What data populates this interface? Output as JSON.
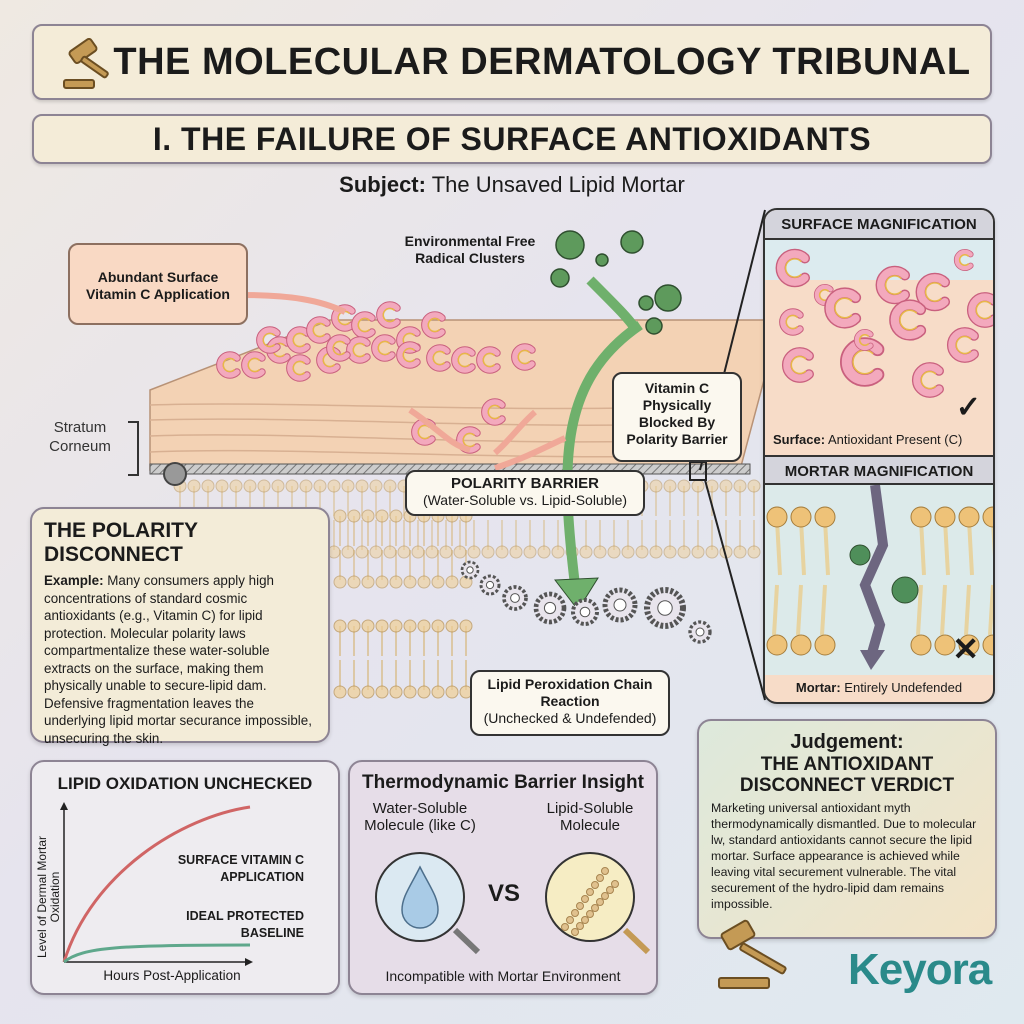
{
  "header": {
    "title": "THE MOLECULAR DERMATOLOGY TRIBUNAL",
    "section": "I. THE FAILURE OF SURFACE ANTIOXIDANTS",
    "subject_label": "Subject:",
    "subject": "The Unsaved Lipid Mortar"
  },
  "diagram": {
    "jar_label": "Abundant Surface Vitamin C Application",
    "radicals_label": "Environmental Free Radical Clusters",
    "stratum_label": "Stratum Corneum",
    "blocked_callout": "Vitamin C Physically Blocked By Polarity Barrier",
    "barrier_title": "POLARITY BARRIER",
    "barrier_sub": "(Water-Soluble vs. Lipid-Soluble)",
    "peroxidation_title": "Lipid Peroxidation Chain Reaction",
    "peroxidation_sub": "(Unchecked & Undefended)"
  },
  "surface_panel": {
    "title": "SURFACE MAGNIFICATION",
    "caption_label": "Surface:",
    "caption": "Antioxidant Present (C)",
    "mark": "✓"
  },
  "mortar_panel": {
    "title": "MORTAR MAGNIFICATION",
    "caption_label": "Mortar:",
    "caption": "Entirely Undefended",
    "mark": "✕"
  },
  "polarity": {
    "title": "THE POLARITY DISCONNECT",
    "lead": "Example:",
    "body": "Many consumers apply high concentrations of standard cosmic antioxidants (e.g., Vitamin C) for lipid protection. Molecular polarity laws compartmentalize these water-soluble extracts on the surface, making them physically unable to secure-lipid dam. Defensive fragmentation leaves the underlying lipid mortar securance impossible, unsecuring the skin."
  },
  "chart": {
    "title": "LIPID OXIDATION UNCHECKED",
    "ylabel": "Level of Dermal Mortar Oxidation",
    "xlabel": "Hours Post-Application",
    "series_a": "SURFACE VITAMIN C APPLICATION",
    "series_b": "IDEAL PROTECTED BASELINE",
    "color_a": "#d06565",
    "color_b": "#5fa88c"
  },
  "thermo": {
    "title": "Thermodynamic Barrier Insight",
    "left": "Water-Soluble Molecule (like C)",
    "right": "Lipid-Soluble Molecule",
    "vs": "VS",
    "footer": "Incompatible with Mortar Environment"
  },
  "verdict": {
    "kicker": "Judgement:",
    "title": "THE ANTIOXIDANT DISCONNECT VERDICT",
    "body": "Marketing universal antioxidant myth thermodynamically dismantled. Due to molecular lw, standard antioxidants cannot secure the lipid mortar. Surface appearance is achieved while leaving vital securement vulnerable. The vital securement of the hydro-lipid dam remains impossible."
  },
  "brand": {
    "logo": "Keyora"
  }
}
